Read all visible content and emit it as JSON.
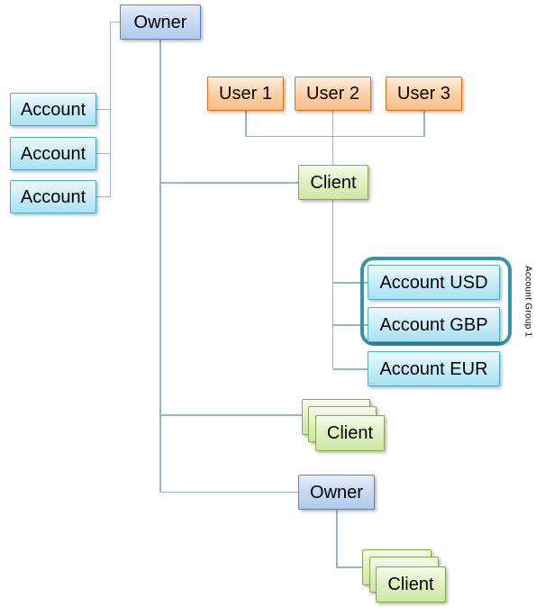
{
  "diagram": {
    "nodes": {
      "owner_top": "Owner",
      "account_left_1": "Account",
      "account_left_2": "Account",
      "account_left_3": "Account",
      "user_1": "User 1",
      "user_2": "User 2",
      "user_3": "User 3",
      "client_main": "Client",
      "account_usd": "Account USD",
      "account_gbp": "Account GBP",
      "account_eur": "Account EUR",
      "client_stack_mid": "Client",
      "owner_mid": "Owner",
      "client_stack_bottom": "Client"
    },
    "group": {
      "label": "Account Group 1"
    },
    "colors": {
      "connector": "#95b3d7",
      "owner_border": "#5b84c4",
      "owner_fill_bottom": "#b2c9ee",
      "account_border": "#4bacc6",
      "account_fill_bottom": "#a9e1f4",
      "user_border": "#e0700f",
      "user_fill_bottom": "#f9bd8a",
      "client_border": "#87a94e",
      "client_fill_bottom": "#cde6a4",
      "group_border": "#3793ac",
      "text": "#000000",
      "background": "#ffffff"
    }
  }
}
